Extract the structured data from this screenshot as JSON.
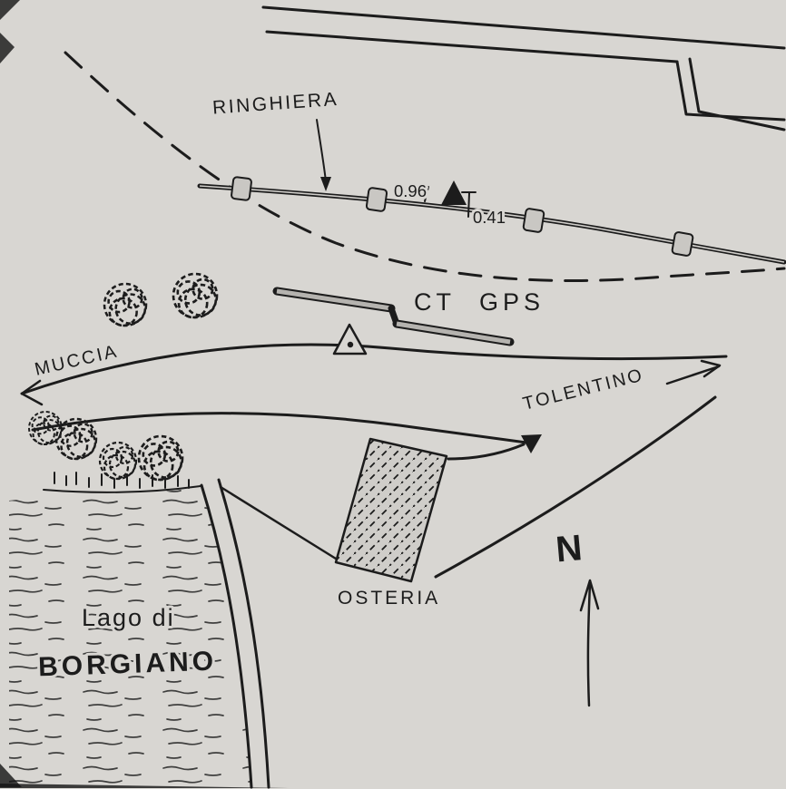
{
  "colors": {
    "background": "#d8d6d2",
    "ink": "#1c1c1c",
    "post_fill": "#c9c7c3",
    "building_fill": "#cfcdc9"
  },
  "labels": {
    "railing": "RINGHIERA",
    "station": "CT GPS",
    "direction_left": "MUCCIA",
    "direction_right": "TOLENTINO",
    "building": "OSTERIA",
    "lake_line1": "Lago di",
    "lake_line2": "BORGIANO",
    "north": "N"
  },
  "measurements": {
    "flag_left": "0.96",
    "flag_right": "0.41"
  }
}
